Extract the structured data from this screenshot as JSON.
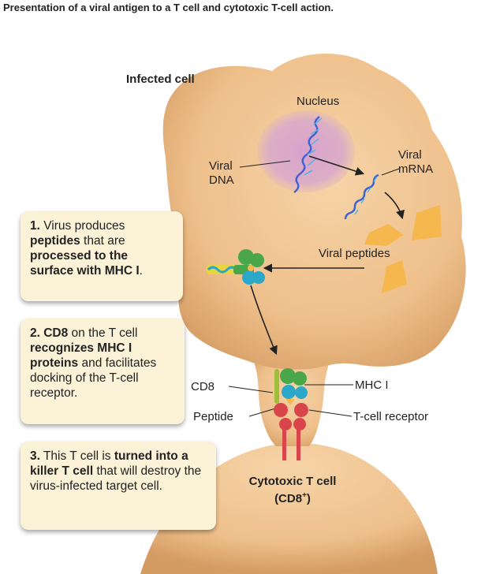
{
  "title": "Presentation of a viral antigen to a T cell and cytotoxic T-cell action.",
  "labels": {
    "infected_cell": "Infected cell",
    "nucleus": "Nucleus",
    "viral_dna_1": "Viral",
    "viral_dna_2": "DNA",
    "viral_mrna_1": "Viral",
    "viral_mrna_2": "mRNA",
    "viral_peptides": "Viral peptides",
    "cd8": "CD8",
    "mhc1": "MHC I",
    "peptide": "Peptide",
    "tcr": "T-cell receptor",
    "tcell_1": "Cytotoxic T cell",
    "tcell_2": "(CD8",
    "tcell_sup": "+",
    "tcell_3": ")"
  },
  "steps": [
    {
      "num": "1.",
      "t1": " Virus produces ",
      "b1": "peptides",
      "t2": " that are ",
      "b2": "processed to the surface with MHC I",
      "t3": "."
    },
    {
      "num": "2. CD8",
      "t1": " on the T cell ",
      "b1": "recognizes MHC I proteins",
      "t2": " and facilitates docking of the T-cell receptor."
    },
    {
      "num": "3.",
      "t1": " This T cell is ",
      "b1": "turned into a killer T cell",
      "t2": " that will destroy the virus-infected target cell."
    }
  ],
  "colors": {
    "cell_fill": "#eebf8a",
    "nucleus_fill": "#d9a7c8",
    "peptide_fill": "#f6b84e",
    "mhc_green": "#4aa64b",
    "mhc_blue": "#2aa7c9",
    "tcr_red": "#d8454a",
    "box_fill": "#fbf2d8"
  }
}
